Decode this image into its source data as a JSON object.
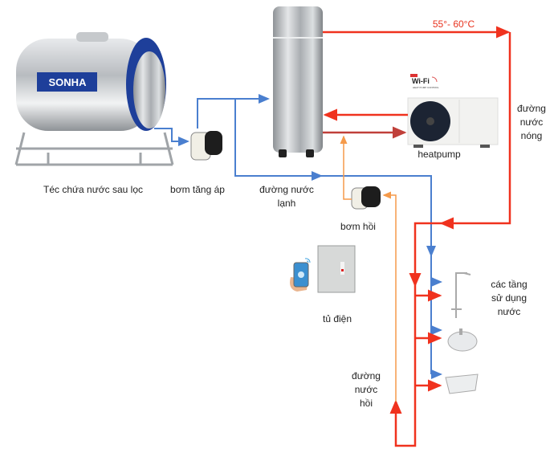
{
  "labels": {
    "tank": "Téc chứa nước sau lọc",
    "booster_pump": "bơm tăng áp",
    "cold_line_1": "đường nước",
    "cold_line_2": "lạnh",
    "return_pump": "bơm hồi",
    "cabinet": "tủ điện",
    "heatpump": "heatpump",
    "temperature": "55°- 60°C",
    "hot_line_1": "đường",
    "hot_line_2": "nước",
    "hot_line_3": "nóng",
    "floors_1": "các tầng",
    "floors_2": "sử dụng",
    "floors_3": "nước",
    "return_line_1": "đường",
    "return_line_2": "nước",
    "return_line_3": "hồi"
  },
  "logos": {
    "tank_brand": "SONHA",
    "wifi_badge": "Wi-Fi",
    "wifi_sub": "HEAT PUMP CONTROL"
  },
  "colors": {
    "cold": "#4a7fcf",
    "hot": "#f0321e",
    "return": "#f59a4a",
    "hot_return": "#c0403a"
  }
}
